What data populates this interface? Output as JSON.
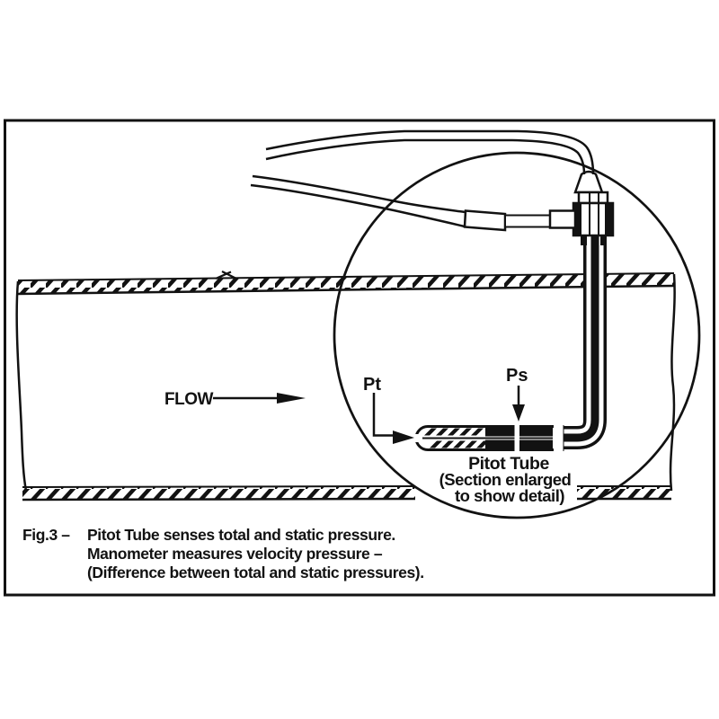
{
  "figure": {
    "flow_label": "FLOW",
    "total_pressure_label": "Pt",
    "static_pressure_label": "Ps",
    "detail_callout": {
      "title": "Pitot Tube",
      "line1": "(Section enlarged",
      "line2": "to show detail)"
    },
    "caption": {
      "tag": "Fig.3 –",
      "line1": "Pitot Tube senses total and static pressure.",
      "line2": "Manometer measures velocity pressure –",
      "line3": "(Difference between total and static pressures)."
    },
    "colors": {
      "ink": "#121212",
      "paper": "#ffffff"
    }
  }
}
